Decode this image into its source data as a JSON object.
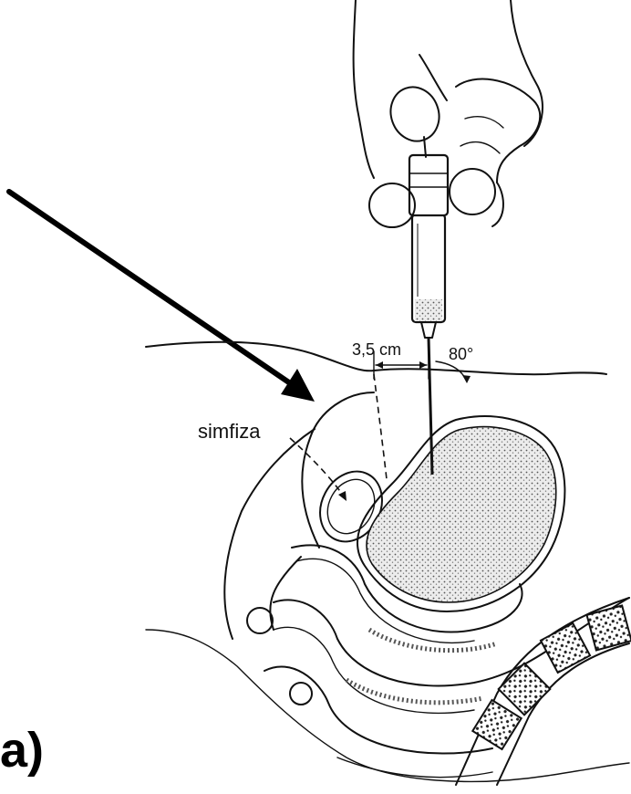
{
  "labels": {
    "distance": "3,5 cm",
    "angle": "80°",
    "symphysis": "simfiza",
    "panel": "a)"
  },
  "colors": {
    "ink": "#111111",
    "background": "#ffffff",
    "stipple": "#d9d9d9"
  }
}
